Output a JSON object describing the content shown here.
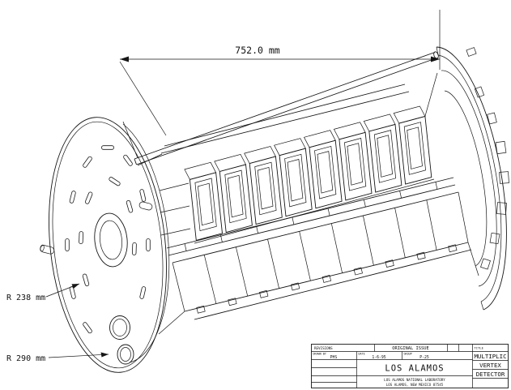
{
  "annotations": {
    "dimension_length": "752.0 mm",
    "radius_inner": "R 238 mm",
    "radius_outer": "R 290 mm"
  },
  "title_block": {
    "revisions_header": "REVISIONS",
    "revision_note": "ORIGINAL ISSUE",
    "drawn_label": "DRAWN BY",
    "drawn_value": "PHS",
    "date_label": "DATE",
    "date_value": "1-6-95",
    "group_label": "GROUP",
    "group_value": "P-25",
    "company": "LOS ALAMOS",
    "address_line_1": "LOS ALAMOS NATIONAL LABORATORY",
    "address_line_2": "LOS ALAMOS, NEW MEXICO 87545",
    "title_label": "TITLE",
    "title_line_1": "MULTIPLIC",
    "title_line_2": "VERTEX",
    "title_line_3": "DETECTOR"
  }
}
